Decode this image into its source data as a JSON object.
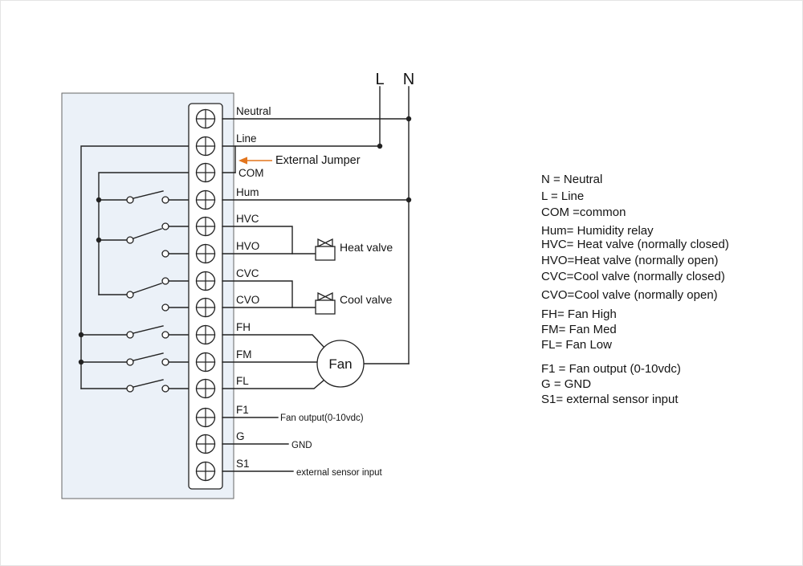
{
  "power": {
    "l_label": "L",
    "n_label": "N"
  },
  "annotation": {
    "external_jumper": "External Jumper"
  },
  "terminals": [
    "Neutral",
    "Line",
    "COM",
    "Hum",
    "HVC",
    "HVO",
    "CVC",
    "CVO",
    "FH",
    "FM",
    "FL",
    "F1",
    "G",
    "S1"
  ],
  "components": {
    "heat_valve": "Heat valve",
    "cool_valve": "Cool valve",
    "fan": "Fan",
    "fan_output": "Fan output(0-10vdc)",
    "gnd": "GND",
    "sensor": "external sensor input"
  },
  "legend": [
    "N = Neutral",
    "L = Line",
    "COM =common",
    "Hum= Humidity relay",
    "HVC= Heat valve (normally closed)",
    "HVO=Heat valve (normally open)",
    "CVC=Cool valve (normally closed)",
    "CVO=Cool valve (normally open)",
    "FH= Fan High",
    "FM= Fan Med",
    "FL= Fan Low",
    "F1 = Fan output (0-10vdc)",
    "G = GND",
    "S1= external sensor input"
  ],
  "colors": {
    "accent_orange": "#E2751D",
    "wire": "#222222",
    "device_fill": "#EBF1F8"
  }
}
